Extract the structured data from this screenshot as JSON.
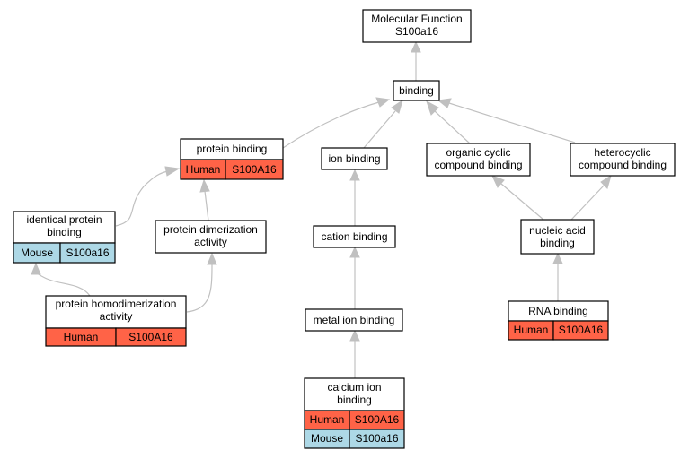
{
  "colors": {
    "human": "#ff6347",
    "mouse": "#add8e6",
    "edge": "#c0c0c0"
  },
  "nodes": {
    "molecular_function": {
      "lines": [
        "Molecular Function",
        "S100a16"
      ]
    },
    "binding": {
      "lines": [
        "binding"
      ]
    },
    "protein_binding": {
      "lines": [
        "protein binding"
      ],
      "rows": [
        [
          "Human",
          "S100A16"
        ]
      ]
    },
    "ion_binding": {
      "lines": [
        "ion binding"
      ]
    },
    "organic_cyclic": {
      "lines": [
        "organic cyclic",
        "compound binding"
      ]
    },
    "heterocyclic": {
      "lines": [
        "heterocyclic",
        "compound binding"
      ]
    },
    "identical_protein": {
      "lines": [
        "identical protein",
        "binding"
      ],
      "rows": [
        [
          "Mouse",
          "S100a16"
        ]
      ]
    },
    "protein_dimerization": {
      "lines": [
        "protein dimerization",
        "activity"
      ]
    },
    "cation_binding": {
      "lines": [
        "cation binding"
      ]
    },
    "nucleic_acid": {
      "lines": [
        "nucleic acid",
        "binding"
      ]
    },
    "protein_homodimerization": {
      "lines": [
        "protein homodimerization",
        "activity"
      ],
      "rows": [
        [
          "Human",
          "S100A16"
        ]
      ]
    },
    "metal_ion": {
      "lines": [
        "metal ion binding"
      ]
    },
    "rna_binding": {
      "lines": [
        "RNA binding"
      ],
      "rows": [
        [
          "Human",
          "S100A16"
        ]
      ]
    },
    "calcium_ion": {
      "lines": [
        "calcium ion",
        "binding"
      ],
      "rows": [
        [
          "Human",
          "S100A16"
        ],
        [
          "Mouse",
          "S100a16"
        ]
      ]
    }
  }
}
